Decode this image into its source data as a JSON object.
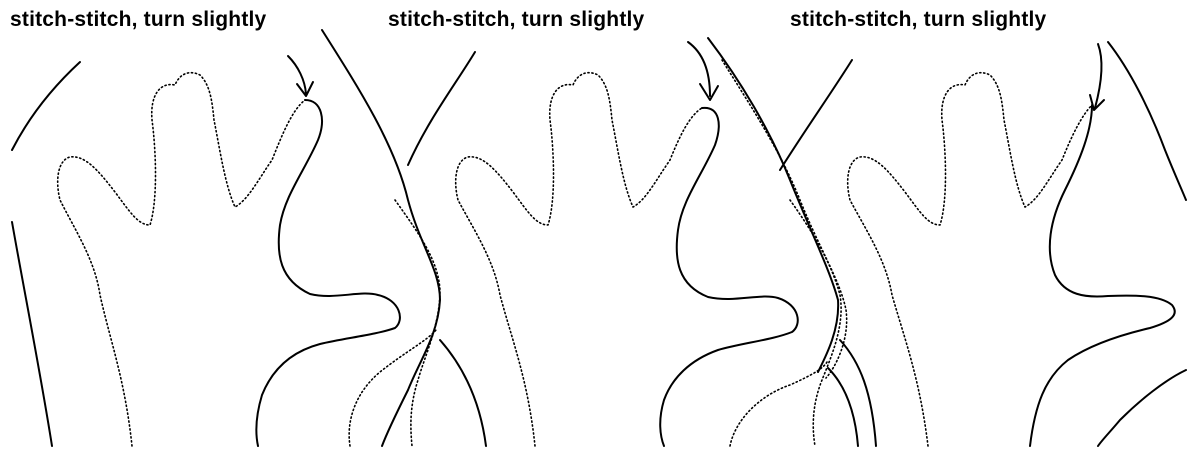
{
  "panels": [
    {
      "caption": "stitch-stitch, turn slightly"
    },
    {
      "caption": "stitch-stitch, turn slightly"
    },
    {
      "caption": "stitch-stitch, turn slightly"
    }
  ]
}
